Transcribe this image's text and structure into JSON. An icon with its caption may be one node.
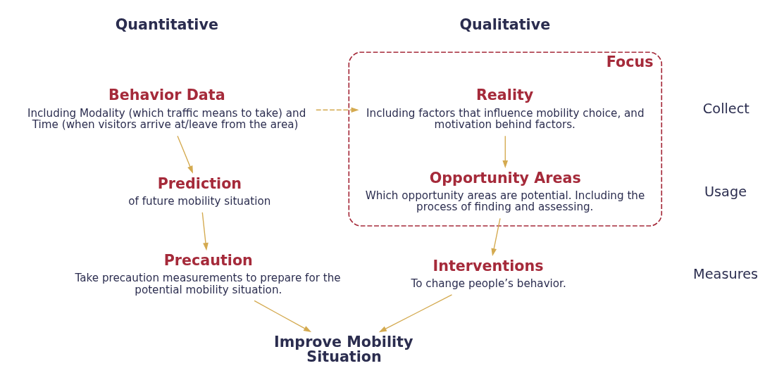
{
  "diagram": {
    "nodes": [
      {
        "text": [
          "Behavior Data",
          "Including Modality (which traffic means to take) and Time (when visitors arrive at/leave from the area)"
        ]
      },
      {
        "text": [
          "Focus"
        ]
      },
      {
        "text": [
          "Reality",
          "Including factors that influence mobility choice, and motivation behind factors."
        ],
        "in": 1
      },
      {
        "text": [
          "Prediction",
          "of future mobility situation"
        ]
      },
      {
        "text": [
          "Opportunity Areas",
          "Which opportunity areas are potential. Including the process of finding and assessing."
        ],
        "in": 1
      },
      {
        "text": [
          "Precaution",
          "Take precaution measurements to prepare for the potential mobility situation."
        ]
      },
      {
        "text": [
          "Interventions",
          "To change people’s behavior."
        ]
      },
      {
        "text": [
          "Improve Mobility Situation"
        ]
      }
    ],
    "edges": [
      {
        "from": 0,
        "to": 2,
        "arrow": "to",
        "style": "dashed"
      },
      {
        "from": 0,
        "to": 3,
        "arrow": "to"
      },
      {
        "from": 2,
        "to": 4,
        "arrow": "to"
      },
      {
        "from": 3,
        "to": 5,
        "arrow": "to"
      },
      {
        "from": 4,
        "to": 6,
        "arrow": "to"
      },
      {
        "from": 5,
        "to": 7,
        "arrow": "to"
      },
      {
        "from": 6,
        "to": 7,
        "arrow": "to"
      }
    ],
    "labels": [
      "Quantitative",
      "Qualitative",
      "Collect",
      "Usage",
      "Measures"
    ]
  }
}
